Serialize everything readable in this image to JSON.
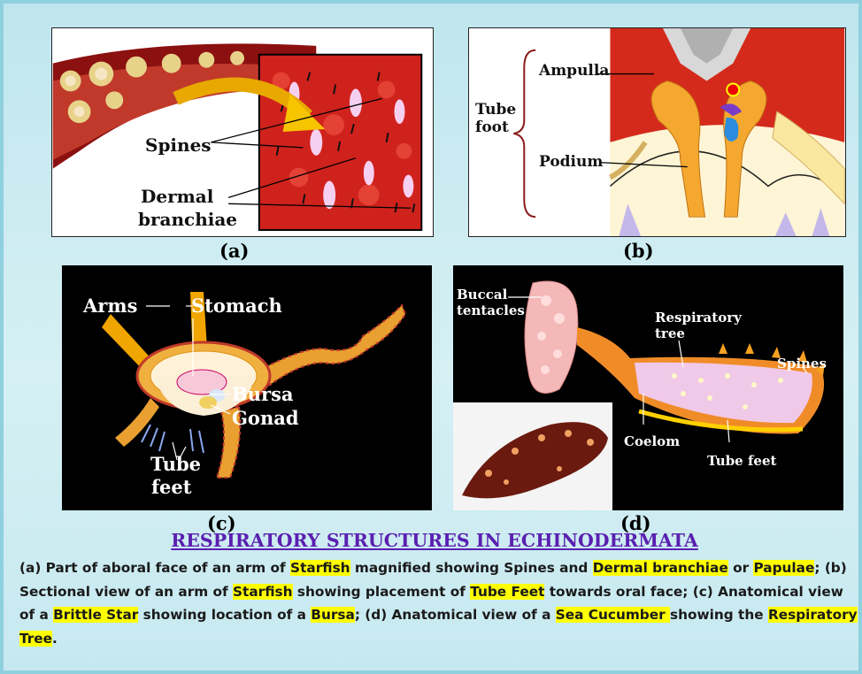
{
  "panels": {
    "a": {
      "letter": "(a)",
      "labels": {
        "spines": "Spines",
        "dermal": "Dermal",
        "branchiae": "branchiae"
      }
    },
    "b": {
      "letter": "(b)",
      "labels": {
        "tube": "Tube",
        "foot": "foot",
        "ampulla": "Ampulla",
        "podium": "Podium"
      }
    },
    "c": {
      "letter": "(c)",
      "labels": {
        "arms": "Arms",
        "stomach": "Stomach",
        "bursa": "Bursa",
        "gonad": "Gonad",
        "tube": "Tube",
        "feet": "feet"
      }
    },
    "d": {
      "letter": "(d)",
      "labels": {
        "buccal": "Buccal",
        "tentacles": "tentacles",
        "respiratory": "Respiratory",
        "tree": "tree",
        "spines": "Spines",
        "coelom": "Coelom",
        "tube_feet": "Tube feet"
      }
    }
  },
  "title": "RESPIRATORY STRUCTURES IN ECHINODERMATA",
  "caption": [
    {
      "t": "(a) Part of aboral face of an arm of "
    },
    {
      "t": "Starfish",
      "hl": true
    },
    {
      "t": " magnified showing Spines and "
    },
    {
      "t": "Dermal branchiae",
      "hl": true
    },
    {
      "t": " or "
    },
    {
      "t": "Papulae",
      "hl": true
    },
    {
      "t": "; (b) Sectional view of an arm of "
    },
    {
      "t": "Starfish",
      "hl": true
    },
    {
      "t": " showing placement of "
    },
    {
      "t": "Tube Feet",
      "hl": true
    },
    {
      "t": " towards oral face; (c) Anatomical view of a "
    },
    {
      "t": "Brittle Star",
      "hl": true
    },
    {
      "t": " showing location of a "
    },
    {
      "t": "Bursa",
      "hl": true
    },
    {
      "t": "; (d) Anatomical view of a "
    },
    {
      "t": "Sea Cucumber ",
      "hl": true
    },
    {
      "t": "showing the "
    },
    {
      "t": "Respiratory Tree",
      "hl": true
    },
    {
      "t": "."
    }
  ],
  "colors": {
    "title": "#5a1fb0",
    "highlight": "#ffff00",
    "background": "#c6e9f0"
  }
}
